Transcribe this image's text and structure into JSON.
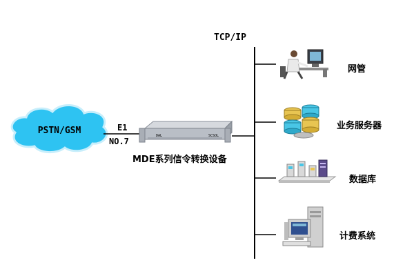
{
  "network": {
    "bus_label": "TCP/IP",
    "cloud_label": "PSTN/GSM",
    "link_top": "E1",
    "link_bottom": "NO.7",
    "device_caption": "MDE系列信令转换设备",
    "device_face_left": "DAL",
    "device_face_right": "SCSOL"
  },
  "nodes": [
    {
      "label": "网管",
      "icon": "operator-workstation-icon"
    },
    {
      "label": "业务服务器",
      "icon": "server-stack-icon"
    },
    {
      "label": "数据库",
      "icon": "database-cluster-icon"
    },
    {
      "label": "计费系统",
      "icon": "billing-computer-icon"
    }
  ],
  "colors": {
    "cloud": "#2ec3f2",
    "cloud_edge": "#ffffff",
    "device": "#b9bec6",
    "line": "#000000",
    "gold": "#e8c552",
    "cyan": "#49c6e6"
  }
}
